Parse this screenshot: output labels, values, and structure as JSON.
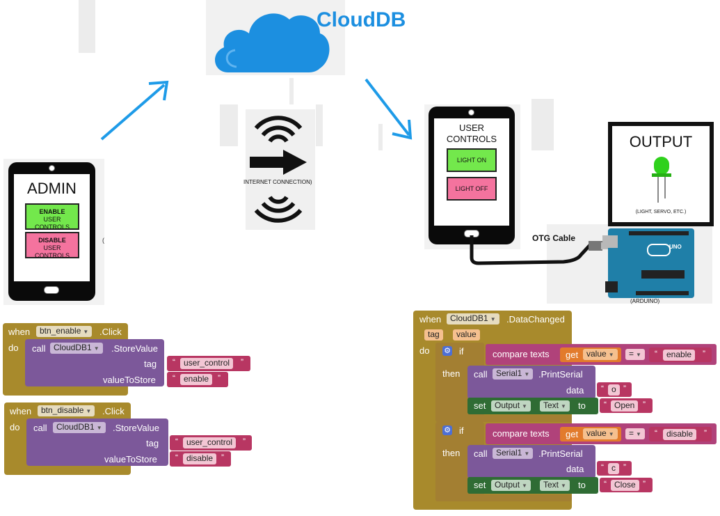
{
  "cloud": {
    "label": "CloudDB"
  },
  "internet": {
    "label": "INTERNET CONNECTION)"
  },
  "admin_phone": {
    "title": "ADMIN",
    "enable": {
      "bold": "ENABLE",
      "sub": "USER CONTROLS"
    },
    "disable": {
      "bold": "DISABLE",
      "sub": "USER CONTROLS"
    },
    "side_char": "("
  },
  "user_phone": {
    "title": "USER CONTROLS",
    "light_on": "LIGHT ON",
    "light_off": "LIGHT OFF"
  },
  "output": {
    "title": "OUTPUT",
    "caption": "(LIGHT, SERVO, ETC.)"
  },
  "otg": {
    "label": "OTG Cable"
  },
  "arduino": {
    "label": "(ARDUINO)",
    "board": "UNO"
  },
  "block_enable": {
    "when": "when",
    "component": "btn_enable",
    "event": ".Click",
    "do": "do",
    "call": "call",
    "db": "CloudDB1",
    "method": ".StoreValue",
    "tag_label": "tag",
    "tag_value": "user_control",
    "vts_label": "valueToStore",
    "vts_value": "enable"
  },
  "block_disable": {
    "when": "when",
    "component": "btn_disable",
    "event": ".Click",
    "do": "do",
    "call": "call",
    "db": "CloudDB1",
    "method": ".StoreValue",
    "tag_label": "tag",
    "tag_value": "user_control",
    "vts_label": "valueToStore",
    "vts_value": "disable"
  },
  "block_changed": {
    "when": "when",
    "db": "CloudDB1",
    "event": ".DataChanged",
    "param_tag": "tag",
    "param_value": "value",
    "do": "do",
    "if1": {
      "if": "if",
      "compare": "compare texts",
      "get": "get",
      "var": "value",
      "op": "=",
      "text": "enable",
      "then": "then",
      "call": "call",
      "serial": "Serial1",
      "print": ".PrintSerial",
      "data_label": "data",
      "data_value": "o",
      "set": "set",
      "target": "Output",
      "prop": "Text",
      "to": "to",
      "set_value": "Open"
    },
    "if2": {
      "if": "if",
      "compare": "compare texts",
      "get": "get",
      "var": "value",
      "op": "=",
      "text": "disable",
      "then": "then",
      "call": "call",
      "serial": "Serial1",
      "print": ".PrintSerial",
      "data_label": "data",
      "data_value": "c",
      "set": "set",
      "target": "Output",
      "prop": "Text",
      "to": "to",
      "set_value": "Close"
    }
  },
  "colors": {
    "arrow": "#1e9be8",
    "cloud": "#1c8fe0",
    "event_block": "#a88a2c",
    "procedure_block": "#7c589a",
    "text_block": "#b83662",
    "set_block": "#2f6c34",
    "get_block": "#e27b2c"
  }
}
